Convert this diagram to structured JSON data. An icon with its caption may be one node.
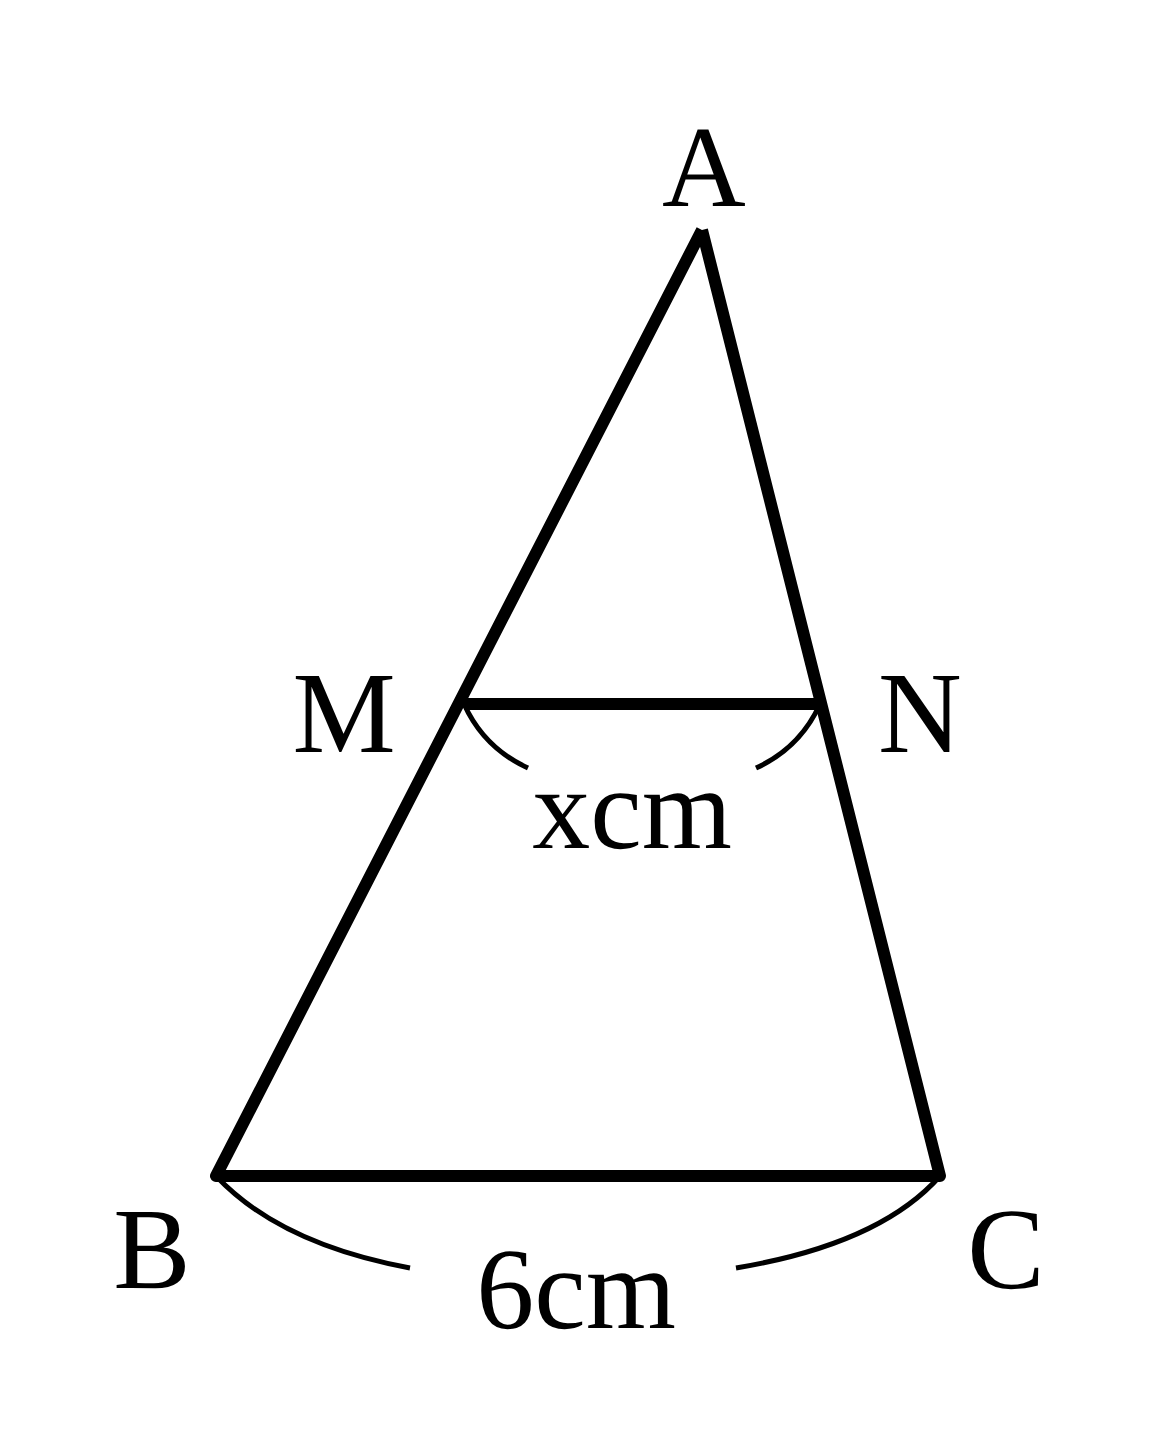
{
  "diagram": {
    "labels": [
      "A",
      "M",
      "N",
      "xcm",
      "B",
      "6cm",
      "C"
    ]
  }
}
